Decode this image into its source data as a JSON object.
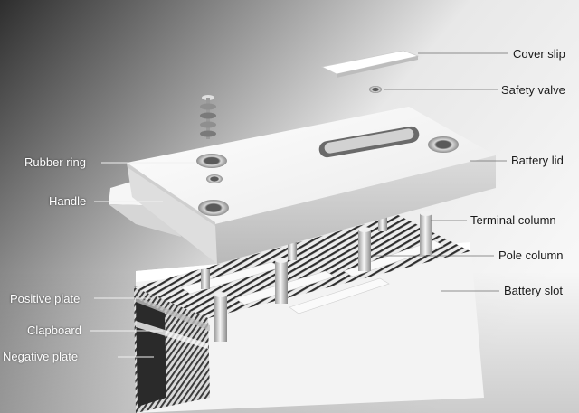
{
  "labels_left": {
    "rubber_ring": "Rubber ring",
    "handle": "Handle",
    "positive_plate": "Positive plate",
    "clapboard": "Clapboard",
    "negative_plate": "Negative plate"
  },
  "labels_right": {
    "cover_slip": "Cover slip",
    "safety_valve": "Safety valve",
    "battery_lid": "Battery lid",
    "terminal_column": "Terminal column",
    "pole_column": "Pole column",
    "battery_slot": "Battery slot"
  },
  "colors": {
    "background_dark": "#3a3a3a",
    "background_light": "#f2f2f2",
    "part_white": "#ffffff",
    "plate_dark": "#2b2b2b",
    "plate_light": "#e6e6e6"
  }
}
